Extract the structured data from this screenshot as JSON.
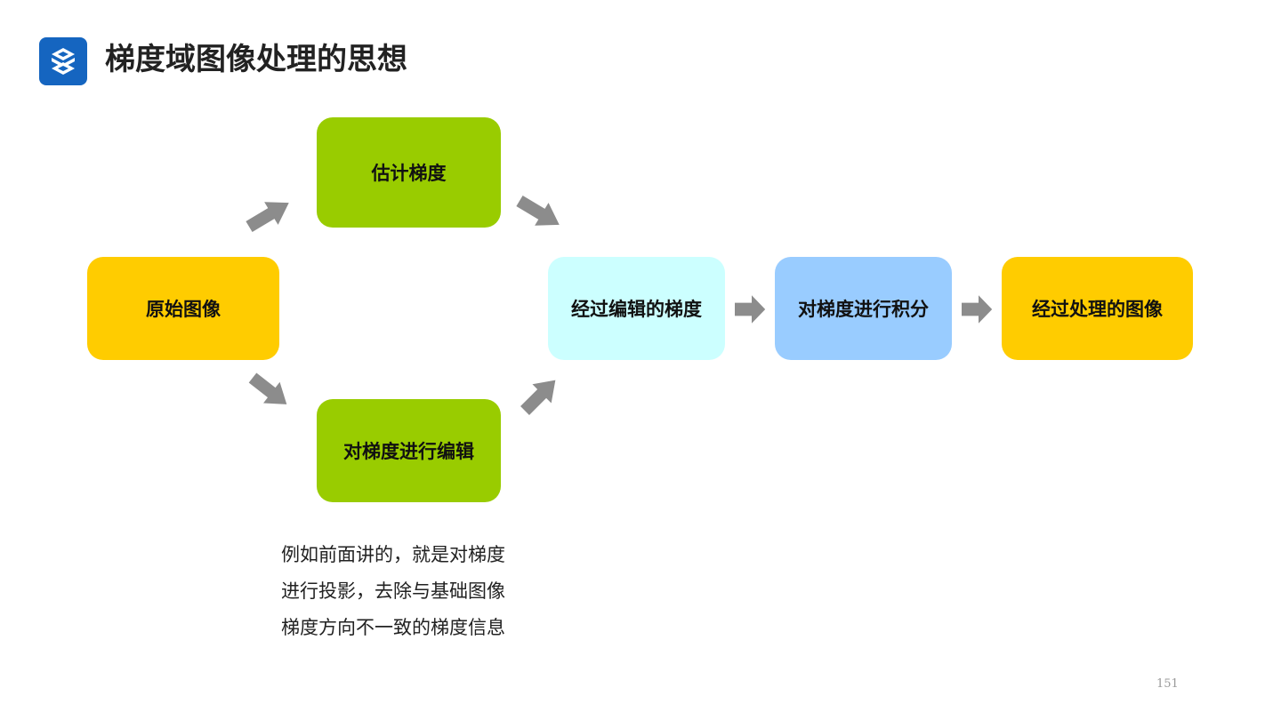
{
  "header": {
    "title": "梯度域图像处理的思想",
    "logo_icon": "stacked-s-logo-icon",
    "logo_color": "#1565c0"
  },
  "diagram": {
    "nodes": {
      "original": {
        "label": "原始图像",
        "color": "#ffcc00"
      },
      "estimate": {
        "label": "估计梯度",
        "color": "#99cc00"
      },
      "edit_gradient": {
        "label": "对梯度进行编辑",
        "color": "#99cc00"
      },
      "edited_gradient": {
        "label": "经过编辑的梯度",
        "color": "#ccffff"
      },
      "integrate": {
        "label": "对梯度进行积分",
        "color": "#99ccff"
      },
      "result": {
        "label": "经过处理的图像",
        "color": "#ffcc00"
      }
    },
    "arrow_color": "#8c8c8c",
    "arrow_icon": "block-arrow-icon"
  },
  "caption": {
    "lines": [
      "例如前面讲的，就是对梯度",
      "进行投影，去除与基础图像",
      "梯度方向不一致的梯度信息"
    ]
  },
  "page_number": "151"
}
